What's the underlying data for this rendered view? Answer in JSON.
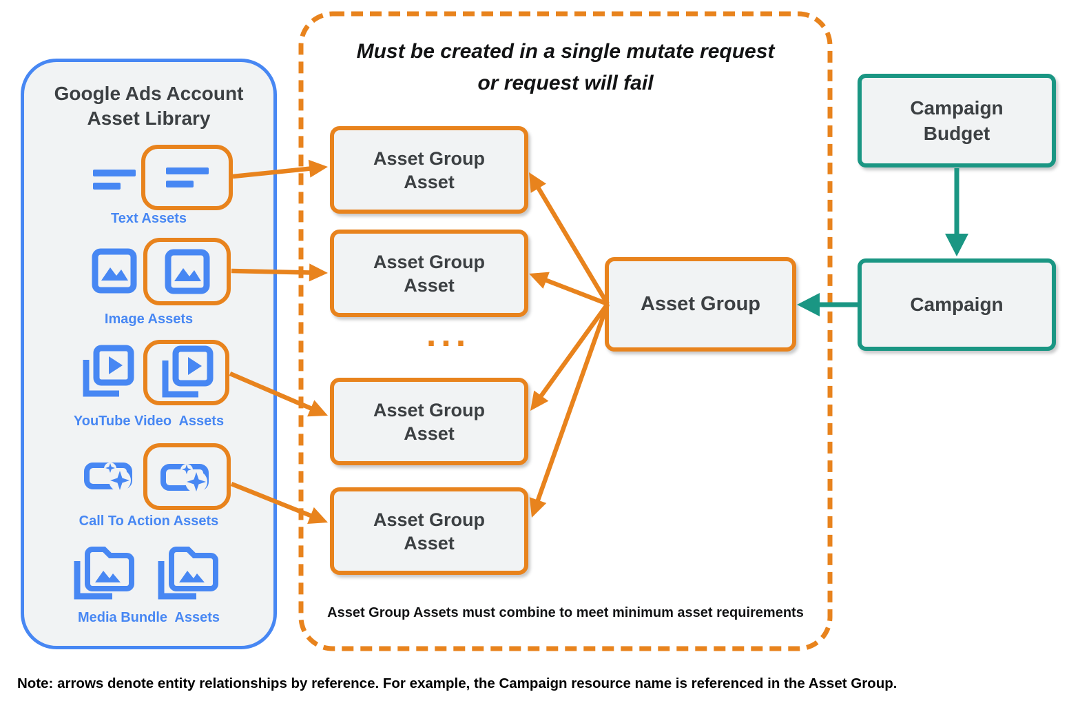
{
  "colors": {
    "orange": "#E8831D",
    "teal": "#1A9683",
    "blue": "#4787F3",
    "panel_fill": "#F1F3F4",
    "text_dark": "#3C4043"
  },
  "library": {
    "title_line1": "Google Ads Account",
    "title_line2": "Asset Library",
    "sections": [
      {
        "label": "Text Assets",
        "icon": "text-lines-icon"
      },
      {
        "label": "Image Assets",
        "icon": "image-icon"
      },
      {
        "label": "YouTube Video  Assets",
        "icon": "youtube-play-icon"
      },
      {
        "label": "Call To Action Assets",
        "icon": "call-to-action-sparkle-icon"
      },
      {
        "label": "Media Bundle  Assets",
        "icon": "media-bundle-folder-icon"
      }
    ]
  },
  "mutate_panel": {
    "title_line1": "Must be created in a single mutate request",
    "title_line2": "or request will fail",
    "asset_group_asset": {
      "line1": "Asset Group",
      "line2": "Asset"
    },
    "ellipsis": "...",
    "caption": "Asset Group Assets must combine to meet minimum asset requirements"
  },
  "asset_group": {
    "label": "Asset Group"
  },
  "campaign_budget": {
    "line1": "Campaign",
    "line2": "Budget"
  },
  "campaign": {
    "label": "Campaign"
  },
  "note": "Note: arrows denote entity relationships by reference. For example, the Campaign resource name is referenced in the Asset Group.",
  "edges": [
    {
      "from": "text-assets",
      "to": "aga1-left",
      "color": "orange"
    },
    {
      "from": "image-assets",
      "to": "aga2-left",
      "color": "orange"
    },
    {
      "from": "youtube-assets",
      "to": "aga3-left",
      "color": "orange"
    },
    {
      "from": "cta-assets",
      "to": "aga4-left",
      "color": "orange"
    },
    {
      "from": "asset-group-fan",
      "to": "aga1-right",
      "color": "orange"
    },
    {
      "from": "asset-group-fan",
      "to": "aga2-right",
      "color": "orange"
    },
    {
      "from": "asset-group-fan",
      "to": "aga3-right",
      "color": "orange"
    },
    {
      "from": "asset-group-fan",
      "to": "aga4-right",
      "color": "orange"
    },
    {
      "from": "budget-bottom",
      "to": "campaign-top",
      "color": "teal"
    },
    {
      "from": "campaign-left",
      "to": "asset-group-right",
      "color": "teal"
    }
  ]
}
